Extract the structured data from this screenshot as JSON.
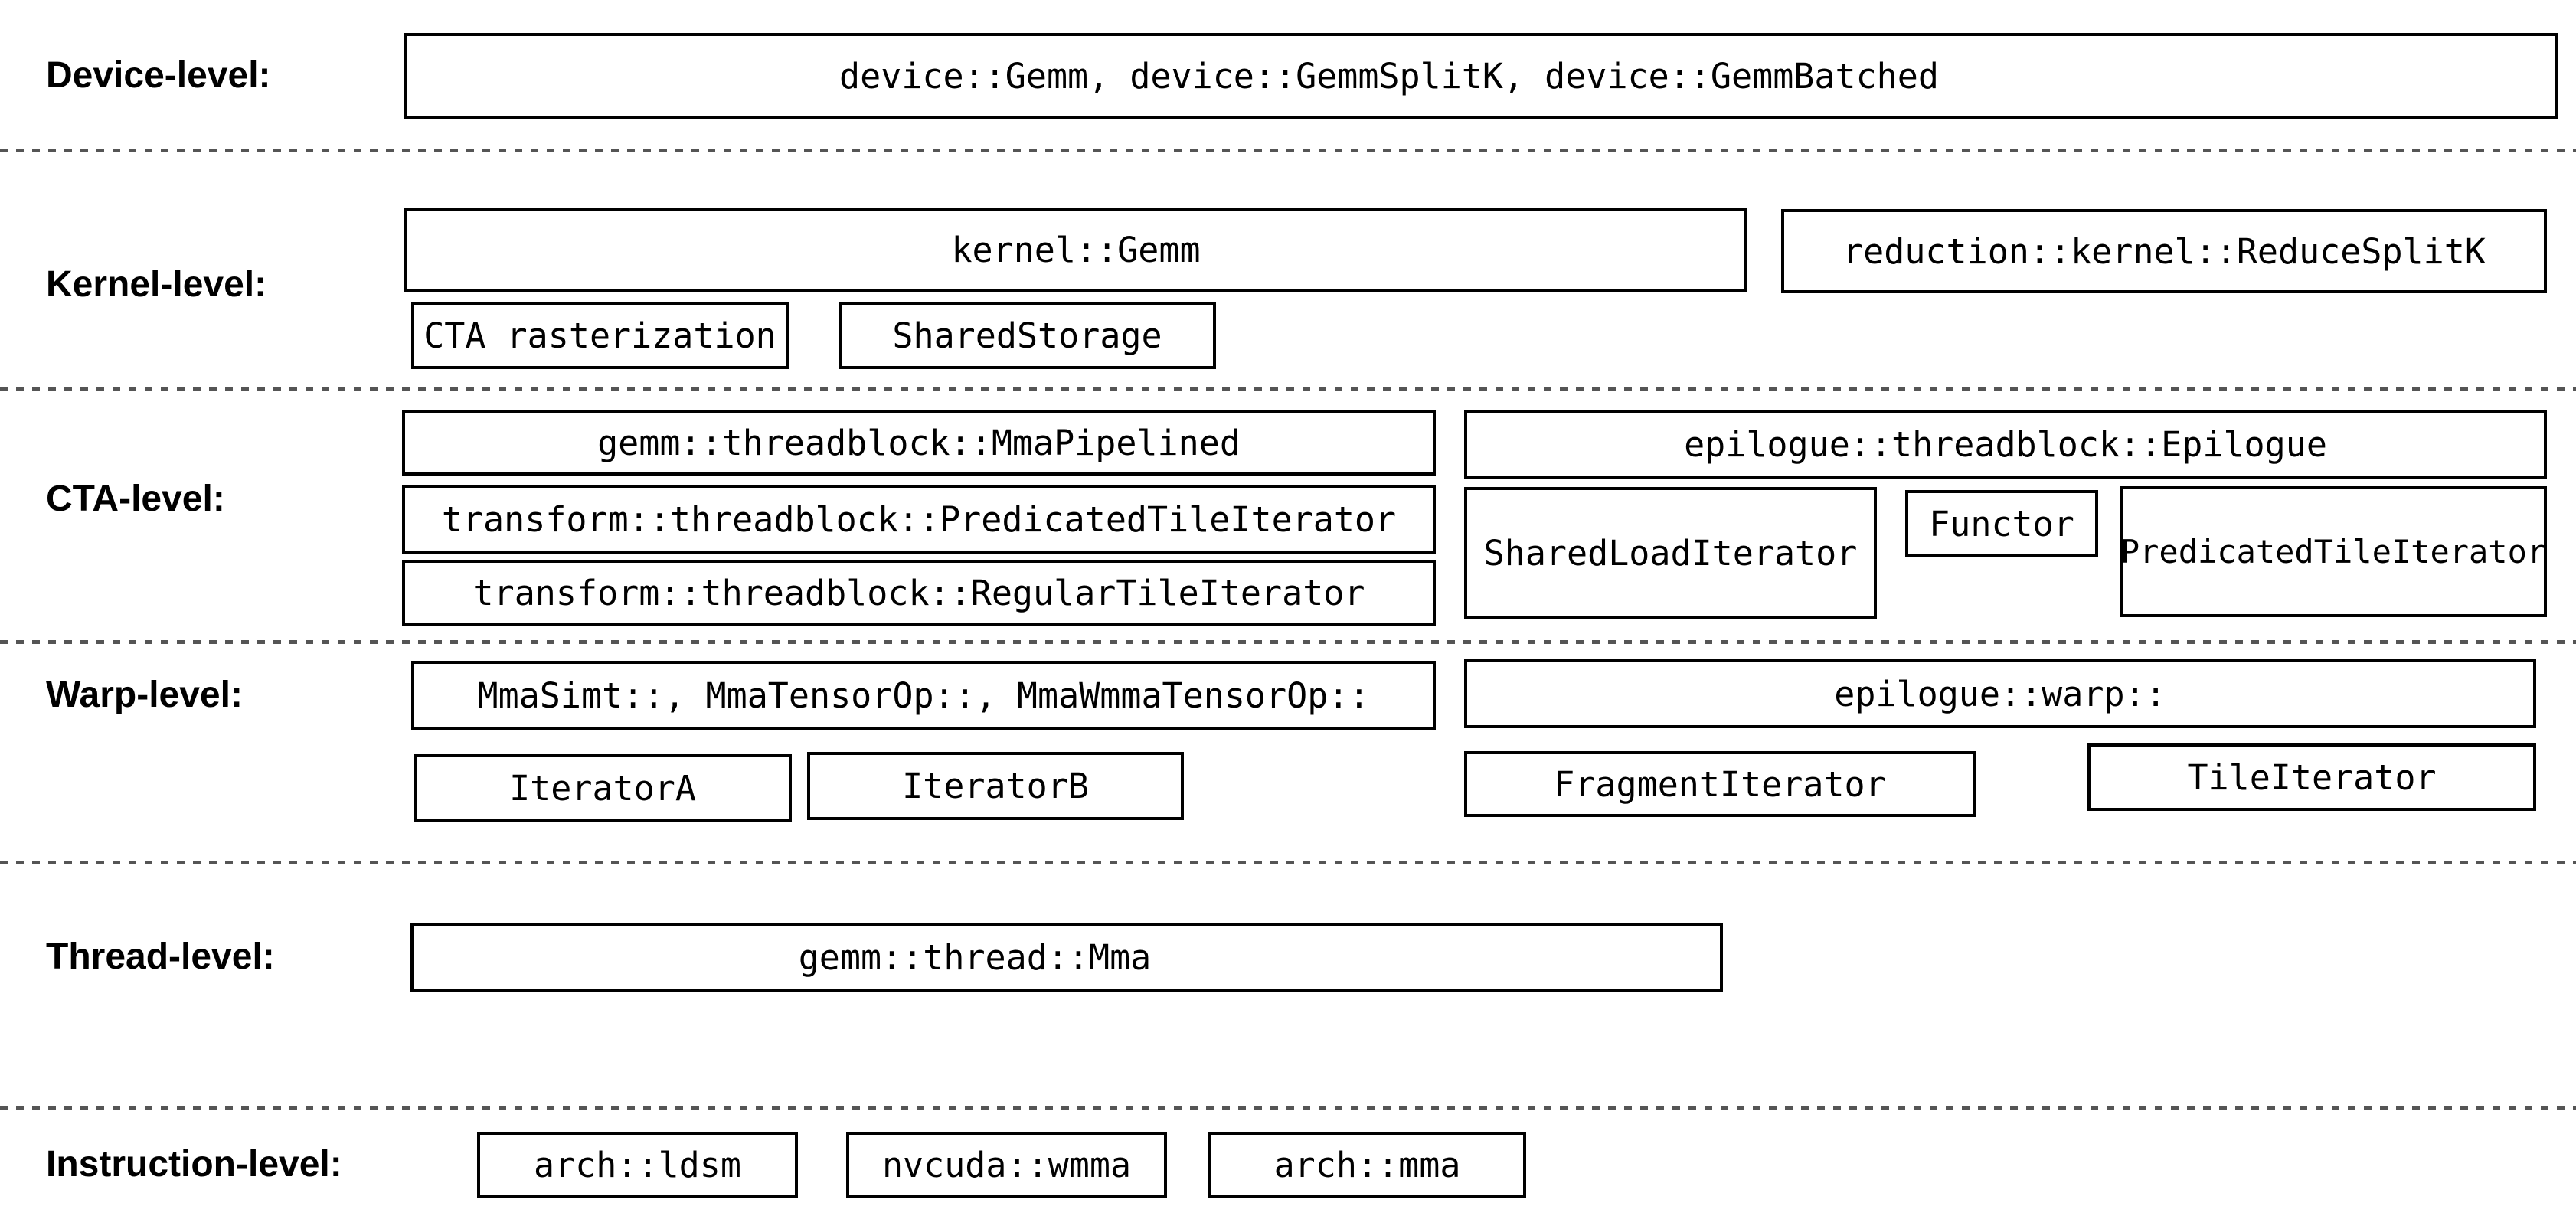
{
  "colors": {
    "background": "#ffffff",
    "box_border": "#000000",
    "text": "#000000",
    "separator": "#555555"
  },
  "diagram": {
    "rows": [
      {
        "label": "Device-level:",
        "boxes": [
          {
            "text": "device::Gemm, device::GemmSplitK, device::GemmBatched"
          }
        ]
      },
      {
        "label": "Kernel-level:",
        "boxes": [
          {
            "text": "kernel::Gemm"
          },
          {
            "text": "reduction::kernel::ReduceSplitK"
          },
          {
            "text": "CTA rasterization"
          },
          {
            "text": "SharedStorage"
          }
        ]
      },
      {
        "label": "CTA-level:",
        "boxes": [
          {
            "text": "gemm::threadblock::MmaPipelined"
          },
          {
            "text": "transform::threadblock::PredicatedTileIterator"
          },
          {
            "text": "transform::threadblock::RegularTileIterator"
          },
          {
            "text": "epilogue::threadblock::Epilogue"
          },
          {
            "text": "SharedLoadIterator"
          },
          {
            "text": "Functor"
          },
          {
            "text": "PredicatedTileIterator"
          }
        ]
      },
      {
        "label": "Warp-level:",
        "boxes": [
          {
            "text": "MmaSimt::, MmaTensorOp::, MmaWmmaTensorOp::"
          },
          {
            "text": "IteratorA"
          },
          {
            "text": "IteratorB"
          },
          {
            "text": "epilogue::warp::"
          },
          {
            "text": "FragmentIterator"
          },
          {
            "text": "TileIterator"
          }
        ]
      },
      {
        "label": "Thread-level:",
        "boxes": [
          {
            "text": "gemm::thread::Mma"
          }
        ]
      },
      {
        "label": "Instruction-level:",
        "boxes": [
          {
            "text": "arch::ldsm"
          },
          {
            "text": "nvcuda::wmma"
          },
          {
            "text": "arch::mma"
          }
        ]
      }
    ]
  }
}
